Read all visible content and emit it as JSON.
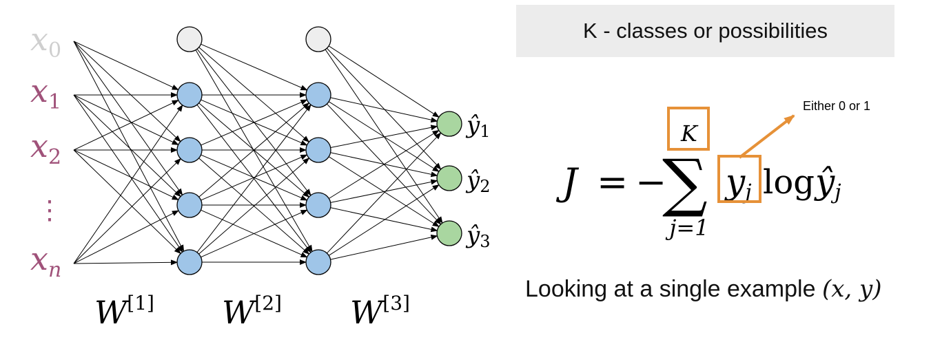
{
  "colors": {
    "input_x0": "#cfcfcf",
    "input_x": "#a0527a",
    "bias_node_fill": "#eeeeee",
    "hidden_node_fill": "#9fc5e8",
    "output_node_fill": "#a9d6a0",
    "highlight": "#e69138",
    "banner_bg": "#ececec"
  },
  "network": {
    "inputs": [
      {
        "base": "x",
        "sub": "0"
      },
      {
        "base": "x",
        "sub": "1"
      },
      {
        "base": "x",
        "sub": "2"
      },
      {
        "base": "x",
        "sub": "n"
      }
    ],
    "ellipsis": "⋮",
    "outputs": [
      {
        "base": "ŷ",
        "sub": "1"
      },
      {
        "base": "ŷ",
        "sub": "2"
      },
      {
        "base": "ŷ",
        "sub": "3"
      }
    ],
    "weights": [
      {
        "base": "W",
        "sup": "[1]"
      },
      {
        "base": "W",
        "sup": "[2]"
      },
      {
        "base": "W",
        "sup": "[3]"
      }
    ]
  },
  "banner_text": "K - classes or possibilities",
  "formula": {
    "lhs": "J",
    "equals": "=",
    "minus": "−",
    "sum_symbol": "∑",
    "upper_limit": "K",
    "lower_limit": "j=1",
    "term_base": "y",
    "term_sub": "j",
    "log": "log",
    "yhat_base": "ŷ",
    "yhat_sub": "j"
  },
  "annotation": "Either 0 or 1",
  "caption": {
    "text": "Looking at a single example ",
    "pair": "(x, y)"
  }
}
